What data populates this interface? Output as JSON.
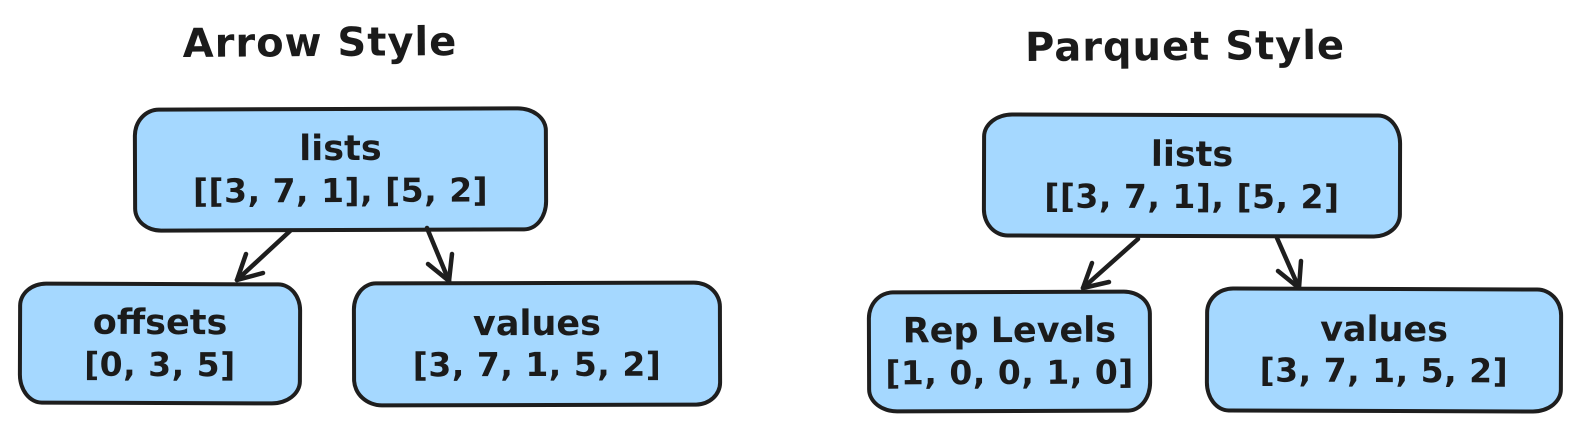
{
  "colors": {
    "background": "#ffffff",
    "box_fill": "#a5d8ff",
    "box_stroke": "#1e1e1e",
    "text": "#1b1b1b"
  },
  "diagrams": [
    {
      "title": "Arrow Style",
      "nodes": [
        {
          "id": "lists",
          "label": "lists",
          "value": "[[3, 7, 1], [5, 2]"
        },
        {
          "id": "offsets",
          "label": "offsets",
          "value": "[0, 3, 5]"
        },
        {
          "id": "values",
          "label": "values",
          "value": "[3, 7, 1, 5, 2]"
        }
      ],
      "edges": [
        {
          "from": "lists",
          "to": "offsets"
        },
        {
          "from": "lists",
          "to": "values"
        }
      ]
    },
    {
      "title": "Parquet Style",
      "nodes": [
        {
          "id": "lists",
          "label": "lists",
          "value": "[[3, 7, 1], [5, 2]"
        },
        {
          "id": "rep_levels",
          "label": "Rep Levels",
          "value": "[1, 0, 0, 1, 0]"
        },
        {
          "id": "values",
          "label": "values",
          "value": "[3, 7, 1, 5, 2]"
        }
      ],
      "edges": [
        {
          "from": "lists",
          "to": "rep_levels"
        },
        {
          "from": "lists",
          "to": "values"
        }
      ]
    }
  ]
}
